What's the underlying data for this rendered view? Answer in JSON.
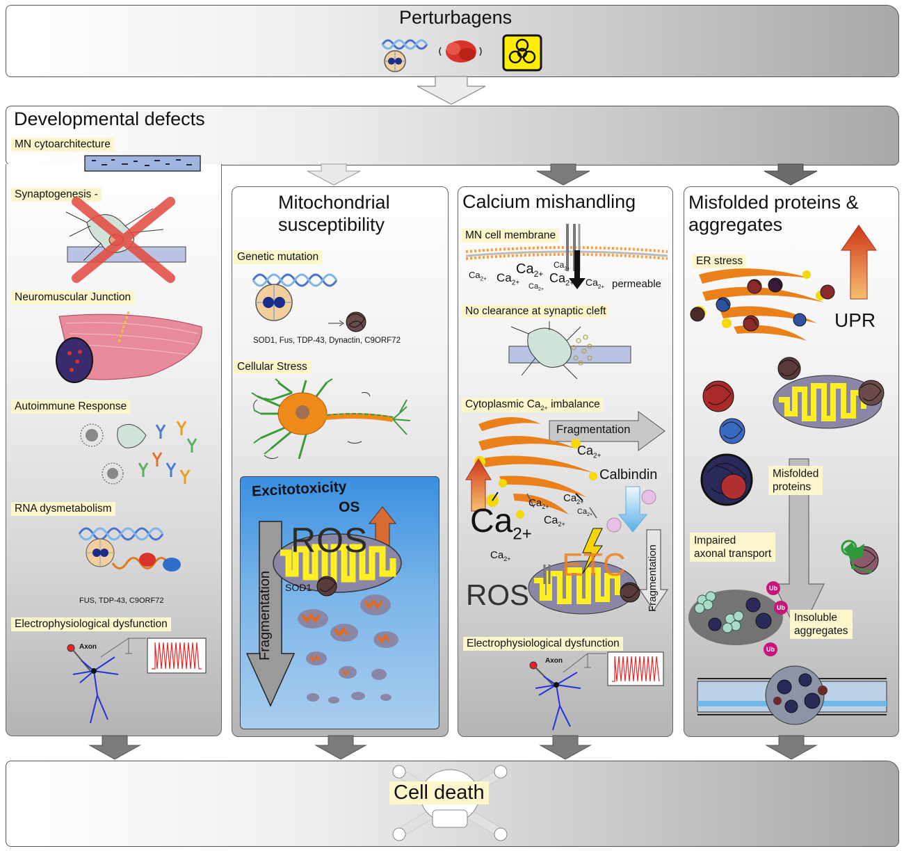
{
  "top_title": "Perturbagens",
  "developmental": {
    "title": "Developmental defects",
    "items": {
      "mn_cyto": "MN cytoarchitecture",
      "synaptogenesis": "Synaptogenesis -",
      "nmj": "Neuromuscular Junction",
      "autoimmune": "Autoimmune Response",
      "rna": "RNA dysmetabolism",
      "rna_genes": "FUS, TDP-43, C9ORF72",
      "electro": "Electrophysiological dysfunction",
      "axon": "Axon"
    }
  },
  "mito": {
    "title": "Mitochondrial susceptibility",
    "genetic": "Genetic mutation",
    "genes": "SOD1, Fus, TDP-43, Dynactin, C9ORF72",
    "stress": "Cellular Stress",
    "excitotoxicity": "Excitotoxicity",
    "os": "OS",
    "ros": "ROS",
    "sod1": "SOD1",
    "fragmentation": "Fragmentation"
  },
  "calcium": {
    "title": "Calcium mishandling",
    "membrane": "MN cell membrane",
    "permeable": "permeable",
    "ca": "Ca",
    "sub": "2+",
    "no_clearance": "No clearance at synaptic cleft",
    "cyto_imbalance_a": "Cytoplasmic Ca",
    "cyto_imbalance_b": " imbalance",
    "fragmentation": "Fragmentation",
    "calbindin": "Calbindin",
    "etc": "ETC",
    "ros": "ROS",
    "electro": "Electrophysiological dysfunction",
    "axon": "Axon"
  },
  "misfolded": {
    "title": "Misfolded proteins & aggregates",
    "er_stress": "ER stress",
    "upr": "UPR",
    "misfolded_label": "Misfolded\nproteins",
    "impaired": "Impaired\naxonal transport",
    "insoluble": "Insoluble\naggregates",
    "ub": "Ub"
  },
  "bottom_title": "Cell death"
}
